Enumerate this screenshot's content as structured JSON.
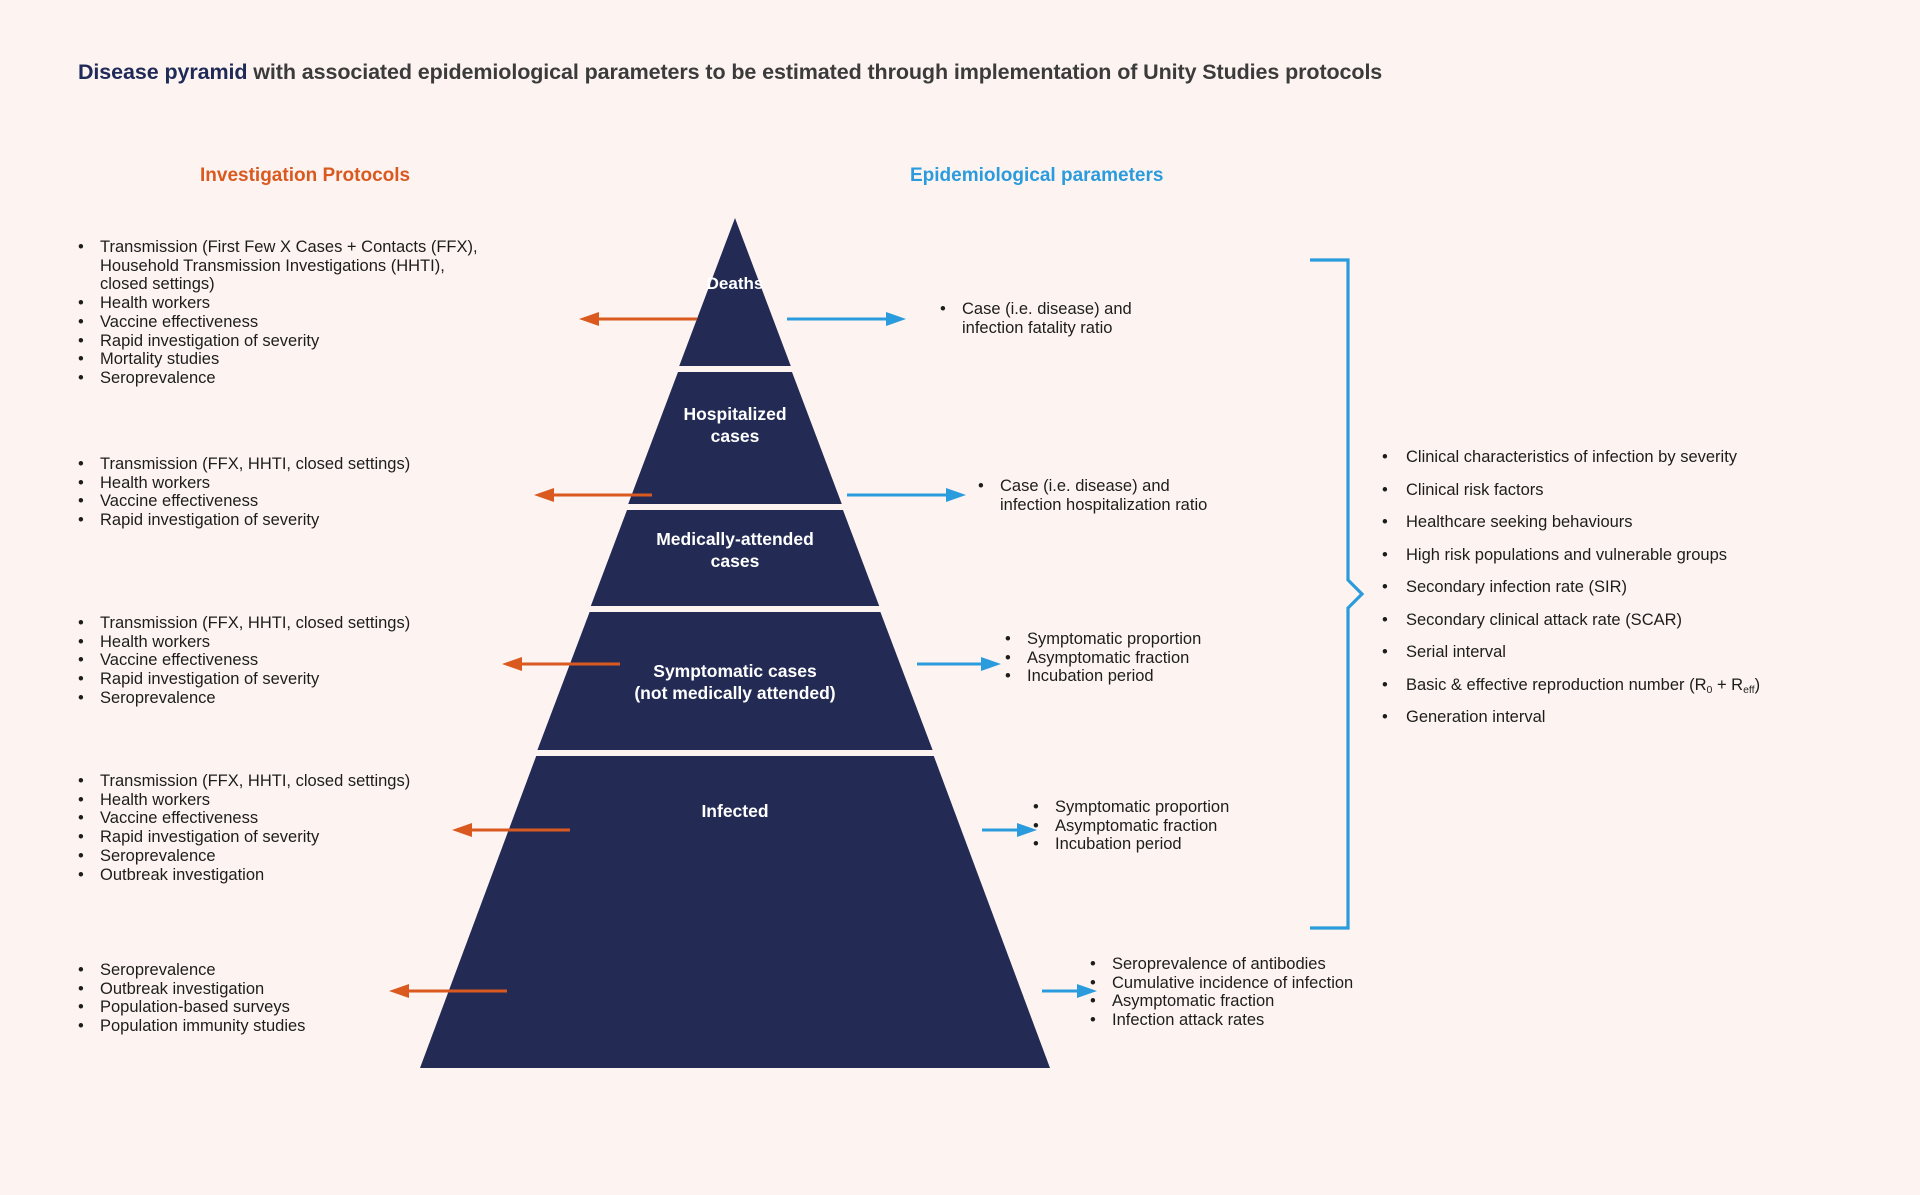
{
  "title": {
    "accent": "Disease pyramid",
    "rest": " with associated epidemiological parameters to be estimated through implementation of Unity Studies protocols"
  },
  "headings": {
    "left": "Investigation Protocols",
    "right": "Epidemiological parameters"
  },
  "colors": {
    "background": "#FDF4F2",
    "pyramid_navy": "#232B54",
    "orange": "#D9591F",
    "blue": "#2A9BDC",
    "title_navy": "#1F2A57",
    "text": "#1d1d1b"
  },
  "pyramid": {
    "levels": [
      {
        "name": "deaths",
        "label": "Deaths"
      },
      {
        "name": "hospitalized",
        "label": "Hospitalized\ncases"
      },
      {
        "name": "medically-attended",
        "label": "Medically-attended\ncases"
      },
      {
        "name": "symptomatic",
        "label": "Symptomatic cases\n(not medically attended)"
      },
      {
        "name": "infected",
        "label": "Infected"
      }
    ]
  },
  "protocols": [
    {
      "level": "deaths",
      "items": [
        "Transmission (First Few X Cases + Contacts (FFX),\nHousehold Transmission Investigations (HHTI),\nclosed settings)",
        "Health workers",
        "Vaccine effectiveness",
        "Rapid investigation of severity",
        "Mortality studies",
        "Seroprevalence"
      ]
    },
    {
      "level": "hospitalized",
      "items": [
        "Transmission (FFX, HHTI, closed settings)",
        "Health workers",
        "Vaccine effectiveness",
        "Rapid investigation of severity"
      ]
    },
    {
      "level": "medically-attended",
      "items": [
        "Transmission (FFX, HHTI, closed settings)",
        "Health workers",
        "Vaccine effectiveness",
        "Rapid investigation of severity",
        "Seroprevalence"
      ]
    },
    {
      "level": "symptomatic",
      "items": [
        "Transmission (FFX, HHTI, closed settings)",
        "Health workers",
        "Vaccine effectiveness",
        "Rapid investigation of severity",
        "Seroprevalence",
        "Outbreak investigation"
      ]
    },
    {
      "level": "infected",
      "items": [
        "Seroprevalence",
        "Outbreak investigation",
        "Population-based surveys",
        "Population immunity studies"
      ]
    }
  ],
  "parameters": [
    {
      "level": "deaths",
      "items": [
        "Case (i.e. disease) and\ninfection fatality ratio"
      ]
    },
    {
      "level": "hospitalized",
      "items": [
        "Case (i.e. disease) and\ninfection hospitalization ratio"
      ]
    },
    {
      "level": "medically-attended",
      "items": [
        "Symptomatic proportion",
        "Asymptomatic fraction",
        "Incubation period"
      ]
    },
    {
      "level": "symptomatic",
      "items": [
        "Symptomatic proportion",
        "Asymptomatic fraction",
        "Incubation period"
      ]
    },
    {
      "level": "infected",
      "items": [
        "Seroprevalence of antibodies",
        "Cumulative incidence of infection",
        "Asymptomatic fraction",
        "Infection attack rates"
      ]
    }
  ],
  "cross_cutting": {
    "items": [
      {
        "text": "Clinical characteristics of infection by severity"
      },
      {
        "text": "Clinical risk factors"
      },
      {
        "text": "Healthcare seeking behaviours"
      },
      {
        "text": "High risk populations and vulnerable groups"
      },
      {
        "text": "Secondary infection rate (SIR)"
      },
      {
        "text": "Secondary clinical attack rate (SCAR)"
      },
      {
        "text": "Serial interval"
      },
      {
        "text": "Basic & effective reproduction number (R0 + Reff)",
        "html": "Basic &amp; effective reproduction number (R<sub>0</sub> + R<sub>eff</sub>)"
      },
      {
        "text": "Generation interval"
      }
    ]
  },
  "bullet_glyph": "•"
}
